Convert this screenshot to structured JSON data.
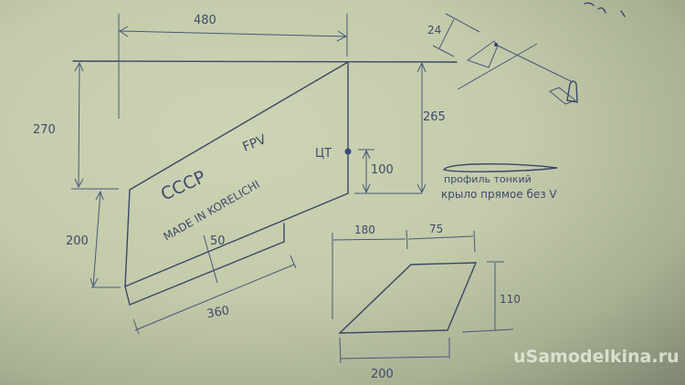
{
  "dimensions": {
    "wing_span": "480",
    "root_offset": "270",
    "root_chord_right": "265",
    "tip_chord": "200",
    "aileron_width": "50",
    "aileron_length": "360",
    "cg_distance": "100",
    "fin_top_sweep": "180",
    "fin_top_chord": "75",
    "fin_height": "110",
    "fin_base": "200",
    "horn_height": "24"
  },
  "labels": {
    "cg": "ЦТ",
    "wing_text_1": "CCCP",
    "wing_text_2": "FPV",
    "wing_text_3": "MADE IN KORELICHI",
    "profile_note": "профиль тонкий",
    "wing_note": "крыло прямое без V"
  },
  "watermark": "uSamodelkina.ru"
}
